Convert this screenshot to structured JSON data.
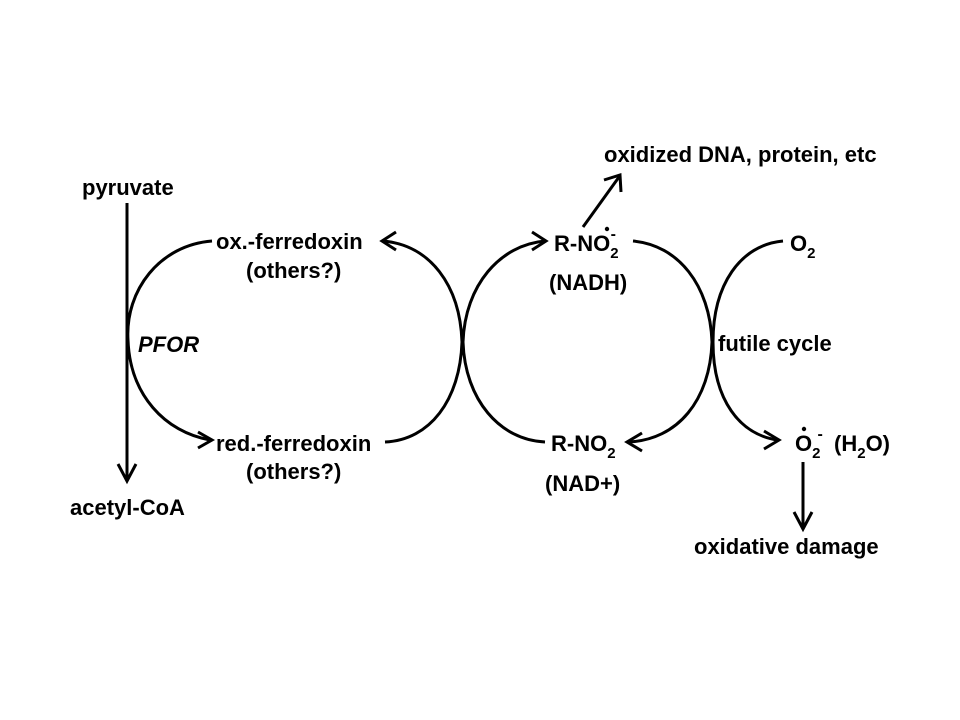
{
  "labels": {
    "pyruvate": "pyruvate",
    "acetyl_coa": "acetyl-CoA",
    "pfor": "PFOR",
    "ox_ferredoxin": "ox.-ferredoxin",
    "ox_others": "(others?)",
    "red_ferredoxin": "red.-ferredoxin",
    "red_others": "(others?)",
    "rno2_radical_main": "R-NO",
    "rno2_radical_sub": "2",
    "rno2_radical_sup": "-",
    "nadh": "(NADH)",
    "rno2_main": "R-NO",
    "rno2_sub": "2",
    "nad_plus": "(NAD+)",
    "oxidized_products": "oxidized DNA, protein, etc",
    "o2_main": "O",
    "o2_sub": "2",
    "futile_cycle": "futile cycle",
    "superoxide_main": "O",
    "superoxide_sub": "2",
    "superoxide_sup": "-",
    "water": "(H",
    "water_sub": "2",
    "water_end": "O)",
    "oxidative_damage": "oxidative damage"
  }
}
